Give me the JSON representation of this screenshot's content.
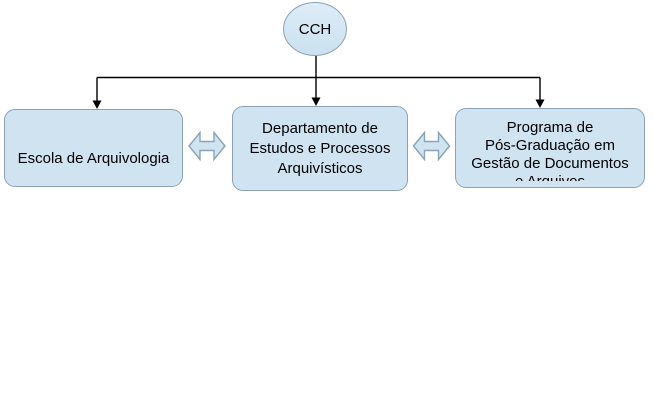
{
  "diagram": {
    "type": "org-chart",
    "root": {
      "label": "CCH"
    },
    "boxes": [
      {
        "id": "escola-de-arquivologia",
        "lines": [
          "Escola de Arquivologia"
        ]
      },
      {
        "id": "departamento-de-estudos-e-processos-arquivisticos",
        "lines": [
          "Departamento de",
          "Estudos e Processos",
          "Arquivísticos"
        ]
      },
      {
        "id": "programa-de-pos-graduacao",
        "lines": [
          "Programa de",
          "Pós-Graduação em",
          "Gestão de Documentos",
          "e Arquivos"
        ],
        "last_line_clipped": true
      }
    ],
    "edges": [
      {
        "from": "CCH",
        "to": "Escola de Arquivologia",
        "type": "arrow-down"
      },
      {
        "from": "CCH",
        "to": "Departamento de Estudos e Processos Arquivísticos",
        "type": "arrow-down"
      },
      {
        "from": "CCH",
        "to": "Programa de Pós-Graduação em Gestão de Documentos e Arquivos",
        "type": "arrow-down"
      },
      {
        "between": [
          "Escola de Arquivologia",
          "Departamento de Estudos e Processos Arquivísticos"
        ],
        "type": "double-arrow"
      },
      {
        "between": [
          "Departamento de Estudos e Processos Arquivísticos",
          "Programa de Pós-Graduação em Gestão de Documentos e Arquivos"
        ],
        "type": "double-arrow"
      }
    ],
    "colors": {
      "shape_fill": "#cfe3f1",
      "shape_border": "#8ca3b3",
      "connector": "#000000"
    }
  }
}
